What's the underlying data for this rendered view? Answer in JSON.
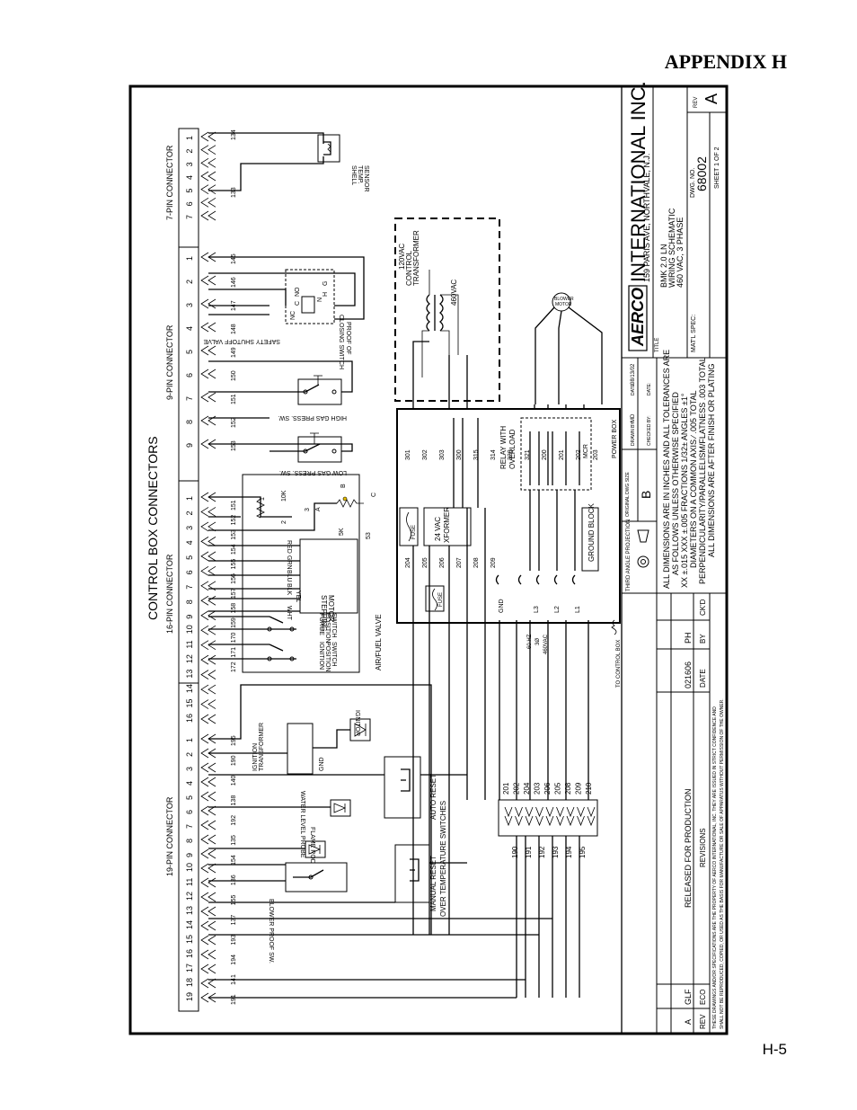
{
  "page": {
    "header": "APPENDIX H",
    "footer": "H-5"
  },
  "title_block": {
    "company": "INTERNATIONAL INC.",
    "address": "159 PARIS AVE, NORTHVALE, N.J.",
    "title_label": "TITLE",
    "title_lines": [
      "BMK 2.0 LN",
      "WIRING SCHEMATIC",
      "460 VAC, 3 PHASE"
    ],
    "matl_spec_label": "MAT'L SPEC:",
    "dwg_no_label": "DWG. NO.",
    "dwg_no": "68002",
    "sheet": "SHEET 1 OF 2",
    "rev_label": "REV",
    "rev": "A",
    "projection": "THIRD ANGLE PROJECTION",
    "original_dwg_size_label": "ORIGINAL DWG SIZE",
    "original_dwg_size": "B",
    "drawn_by_label": "DRAWN BY:",
    "drawn_by": "MD",
    "checked_by_label": "CHECKED BY:",
    "date_label": "DATE:",
    "date": "08/13/02",
    "tolerances": [
      "ALL DIMENSIONS ARE IN INCHES AND ALL TOLERANCES ARE",
      "AS FOLLOWS UNLESS OTHERWISE SPECIFIED",
      "XX ±.015  XXX ±.005  FRACTIONS  1/32±  ANGLES ±1°",
      "DIAMETERS ON A COMMON AXIS ∕ .005 TOTAL",
      "PERPENDICULARITY/PARALLELISM/FLATNESS .003 TOTAL",
      "ALL DIMENSIONS ARE AFTER FINISH OR PLATING"
    ],
    "revision": {
      "rev": "A",
      "eco": "GLF",
      "description": "RELEASED FOR PRODUCTION",
      "date": "021606",
      "by": "PH",
      "headers": {
        "rev": "REV",
        "eco": "ECO",
        "revisions": "REVISIONS",
        "date": "DATE",
        "by": "BY",
        "ckd": "CK'D"
      }
    },
    "notice": [
      "THESE DRAWINGS AND/OR SPECIFICATIONS ARE THE PROPERTY OF AERCO INTERNATIONAL, INC. THEY ARE ISSUED IN STRICT CONFIDENCE AND",
      "SHALL NOT BE REPRODUCED, COPIED, OR USED AS THE BASIS FOR MANUFACTURE OR SALE OF APPARATUS WITHOUT PERMISSION OF THE OWNER."
    ]
  },
  "diagram": {
    "main_title": "CONTROL BOX CONNECTORS",
    "connectors": {
      "pin19": {
        "label": "19-PIN CONNECTOR",
        "pins": [
          "19",
          "18",
          "17",
          "16",
          "15",
          "14",
          "13",
          "12",
          "11",
          "10",
          "9",
          "8",
          "7",
          "6",
          "5",
          "4",
          "3",
          "2",
          "1"
        ]
      },
      "pin16": {
        "label": "16-PIN CONNECTOR",
        "pins": [
          "16",
          "15",
          "14",
          "13",
          "12",
          "11",
          "10",
          "9",
          "8",
          "7",
          "6",
          "5",
          "4",
          "3",
          "2",
          "1"
        ]
      },
      "pin9": {
        "label": "9-PIN CONNECTOR",
        "pins": [
          "9",
          "8",
          "7",
          "6",
          "5",
          "4",
          "3",
          "2",
          "1"
        ]
      },
      "pin7": {
        "label": "7-PIN CONNECTOR",
        "pins": [
          "7",
          "6",
          "5",
          "4",
          "3",
          "2",
          "1"
        ]
      }
    },
    "wires19": [
      "191",
      "141",
      "194",
      "193",
      "137",
      "155",
      "136",
      "154",
      "135",
      "192",
      "138",
      "140",
      "190",
      "195"
    ],
    "wires16": [
      "172",
      "171",
      "170",
      "159",
      "158",
      "157",
      "156",
      "155",
      "154",
      "153",
      "152",
      "151"
    ],
    "wires9": [
      "153",
      "152",
      "151",
      "150",
      "149",
      "148",
      "147",
      "146",
      "145"
    ],
    "wires7": [
      "133",
      "134"
    ],
    "components": {
      "shell_temp": [
        "SHELL",
        "TEMP.",
        "SENSOR"
      ],
      "safety_valve": "SAFETY SHUTOFF VALVE",
      "proof_closing": [
        "PROOF OF",
        "CLOSING SWITCH"
      ],
      "valve_terms": [
        "NC",
        "C",
        "NO",
        "H",
        "N",
        "G"
      ],
      "high_gas": "HIGH GAS PRESS. SW.",
      "low_gas": "LOW GAS PRESS. SW.",
      "pot_labels": [
        "10K",
        "5K",
        "1",
        "2",
        "3",
        "A",
        "B",
        "C",
        "53"
      ],
      "motor": [
        "STEPPING",
        "MOTOR"
      ],
      "motor_wires": [
        "RED",
        "GRN",
        "BLU",
        "BLK",
        "YEL",
        "WHT"
      ],
      "purge_switch": [
        "PURGE",
        "POSITION",
        "SWITCH"
      ],
      "ignition_switch": [
        "IGNITION",
        "POSITION",
        "SWITCH"
      ],
      "air_fuel_valve": "AIR/FUEL VALVE",
      "ign_transformer": [
        "IGNITION",
        "TRANSFORMER"
      ],
      "igniter": "IGNITOR",
      "gnd": "GND",
      "water_level": "WATER LEVEL PROBE",
      "flame_rod": "FLAME ROD",
      "blower_proof": "BLOWER PROOF SW.",
      "auto_reset": [
        "AUTO RESET",
        "OVER TEMPERATURE SWITCHES"
      ],
      "manual_reset": "MANUAL RESET",
      "terminal_wires_top": [
        "201",
        "202",
        "204",
        "203",
        "206",
        "205",
        "208",
        "209",
        "210"
      ],
      "terminal_wires_bottom": [
        "190",
        "191",
        "192",
        "193",
        "194",
        "195"
      ],
      "control_transformer": [
        "CONTROL",
        "TRANSFORMER"
      ],
      "xfmr_voltages": [
        "120VAC",
        "460VAC"
      ],
      "xfmr_24": [
        "24 VAC",
        "XFORMER"
      ],
      "fuse": "FUSE",
      "relay": [
        "RELAY WITH",
        "OVERLOAD"
      ],
      "mcr": "MCR",
      "power_box": "POWER BOX",
      "ground_block": "GROUND BLOCK",
      "blower_motor": [
        "BLOWER",
        "MOTOR"
      ],
      "lines": [
        "GND",
        "L3",
        "L2",
        "L1"
      ],
      "supply": [
        "60 HZ",
        "3Ø",
        "460VAC"
      ],
      "to_control_box": "TO CONTROL BOX",
      "power_wires": [
        "301",
        "302",
        "303",
        "300",
        "315",
        "314",
        "320",
        "321",
        "200",
        "201",
        "202",
        "203",
        "204",
        "205",
        "206",
        "207",
        "208",
        "209"
      ]
    }
  }
}
